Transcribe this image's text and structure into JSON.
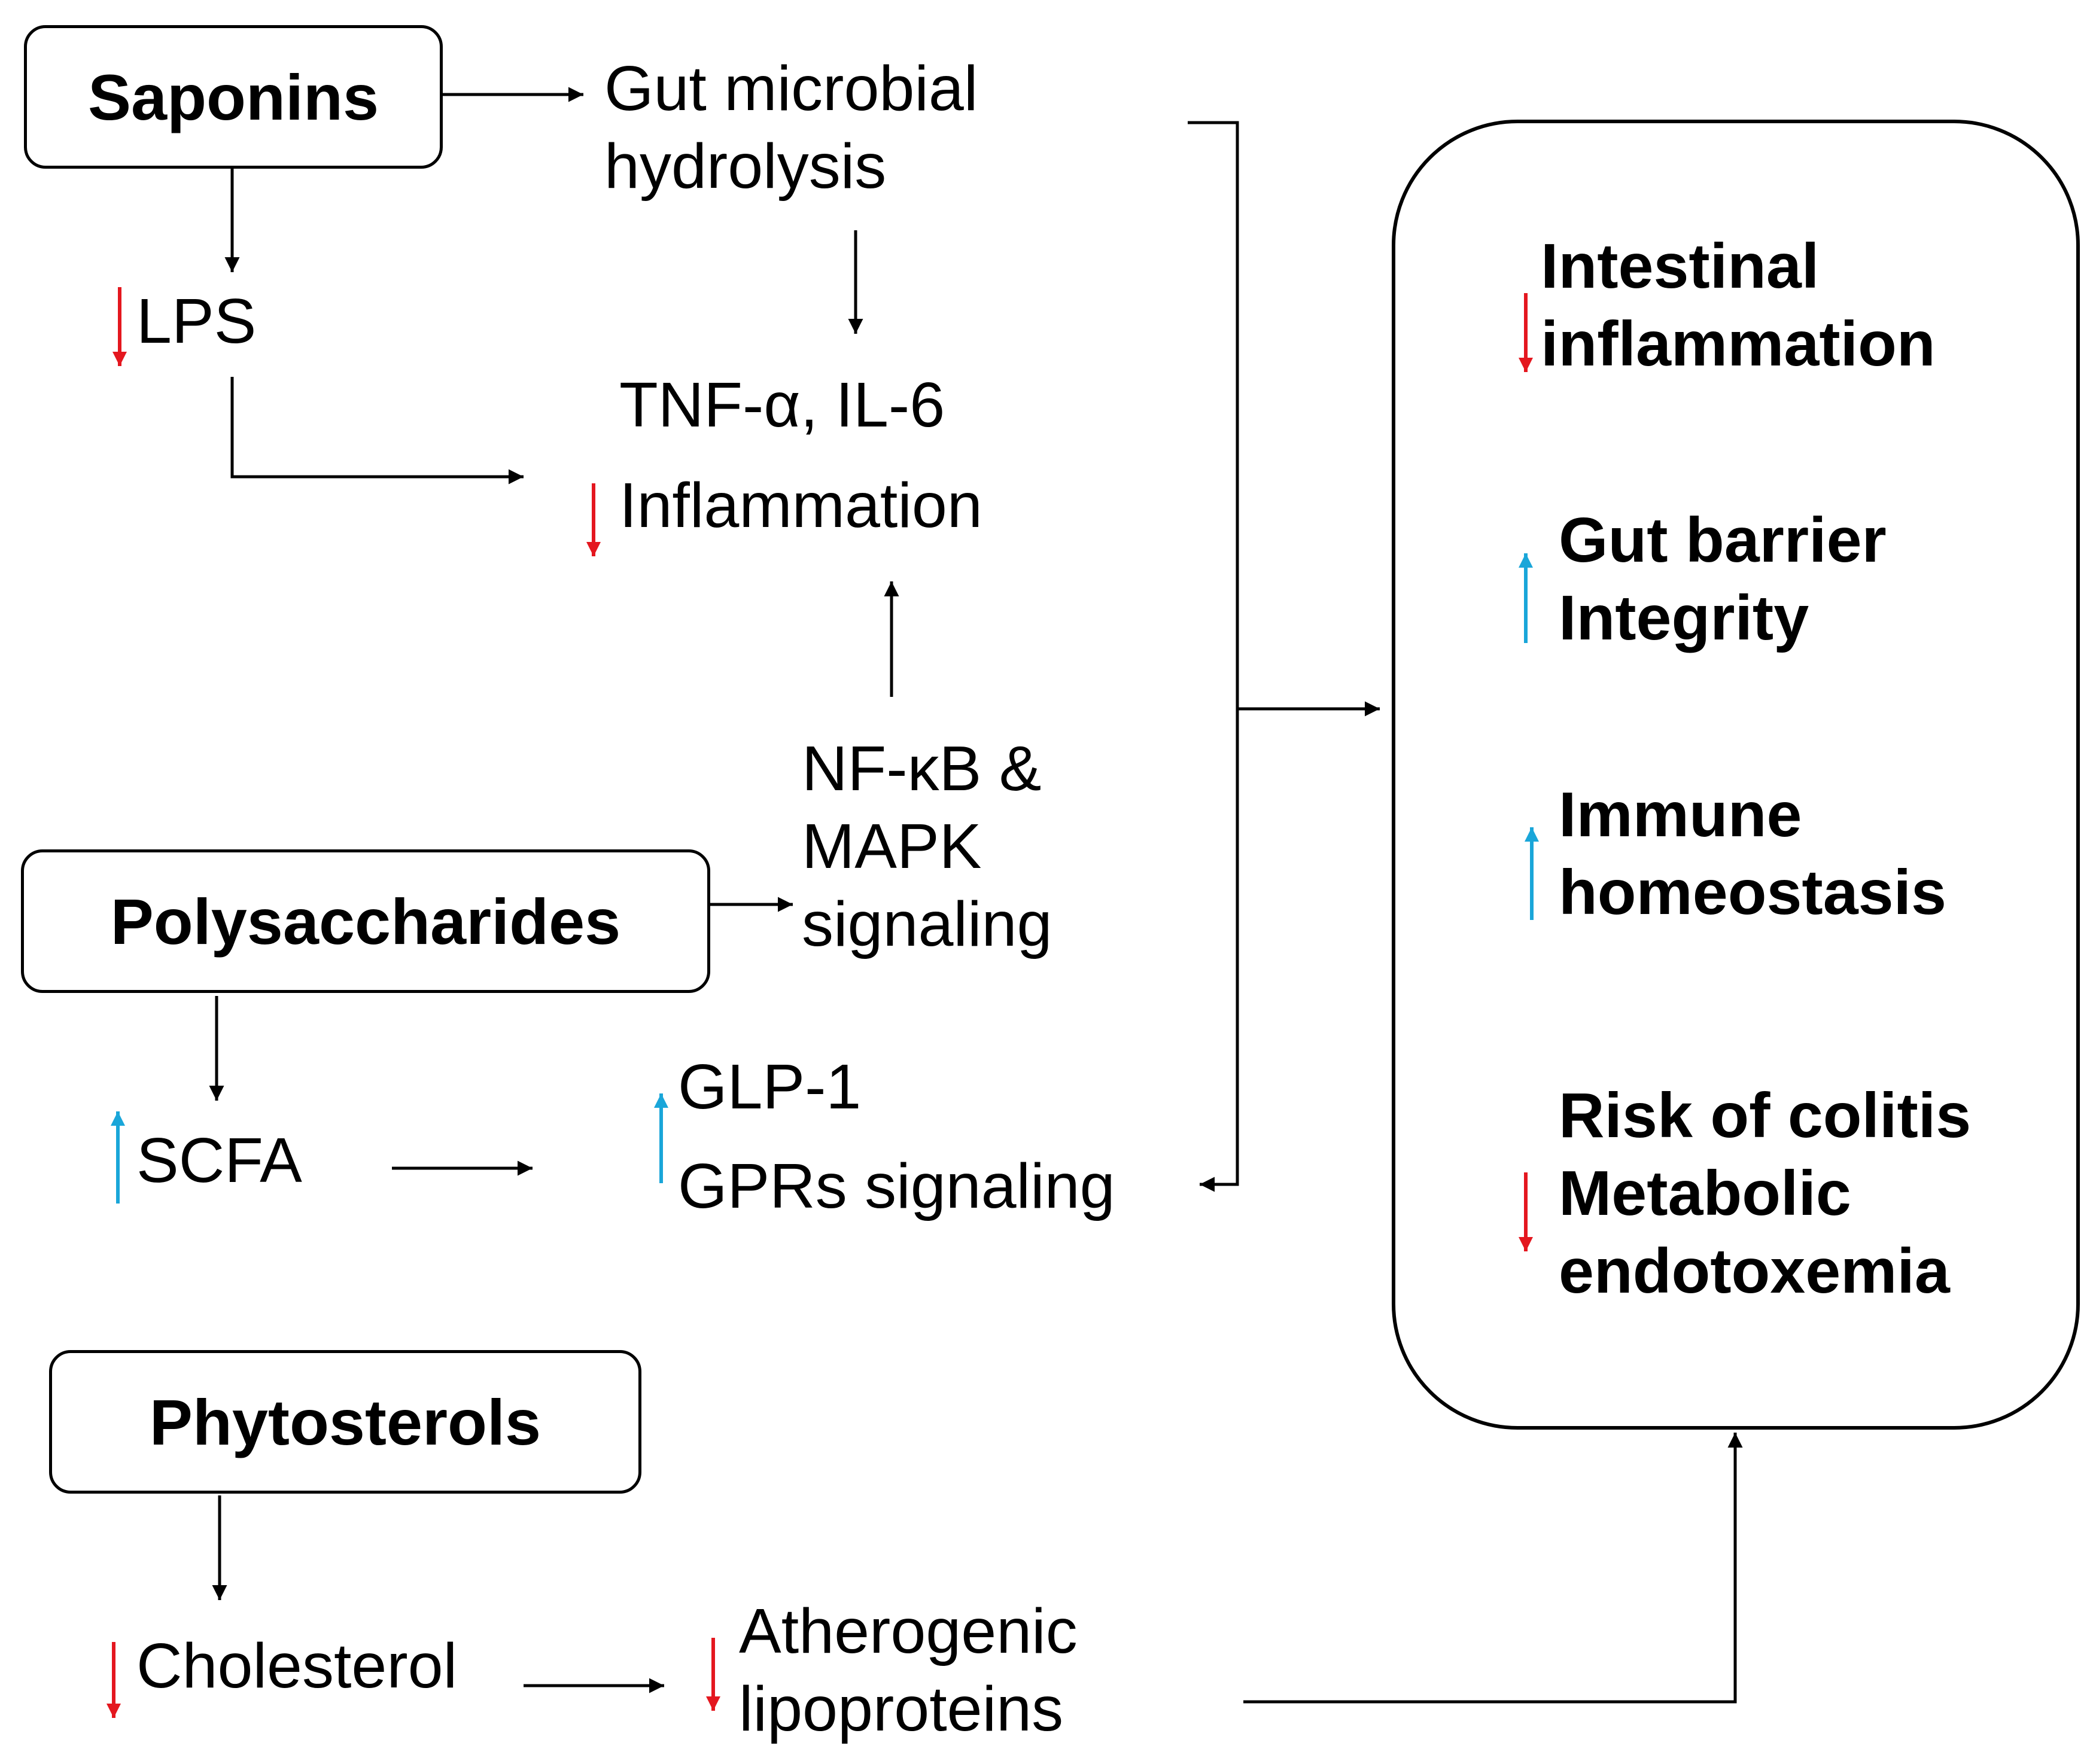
{
  "colors": {
    "decrease": "#e4171f",
    "increase": "#1aa6d9",
    "line": "#000000"
  },
  "sources": {
    "saponins": "Saponins",
    "polysaccharides": "Polysaccharides",
    "phytosterols": "Phytosterols"
  },
  "mediators": {
    "gut_microbial_hydrolysis": [
      "Gut microbial",
      "hydrolysis"
    ],
    "lps": "LPS",
    "tnf_il6": "TNF-α, IL-6",
    "inflammation": "Inflammation",
    "nfkb_mapk": [
      "NF-κB &",
      "MAPK",
      "signaling"
    ],
    "scfa": "SCFA",
    "glp1": "GLP-1",
    "gprs": "GPRs signaling",
    "cholesterol": "Cholesterol",
    "atherogenic": [
      "Atherogenic",
      "lipoproteins"
    ]
  },
  "outcomes": {
    "intestinal_inflammation": {
      "lines": [
        "Intestinal",
        "inflammation"
      ],
      "direction": "down"
    },
    "gut_barrier": {
      "lines": [
        "Gut barrier",
        "Integrity"
      ],
      "direction": "up"
    },
    "immune": {
      "lines": [
        "Immune",
        "homeostasis"
      ],
      "direction": "up"
    },
    "risk": {
      "lines": [
        "Risk of colitis",
        "Metabolic",
        "endotoxemia"
      ],
      "direction": "down"
    }
  }
}
